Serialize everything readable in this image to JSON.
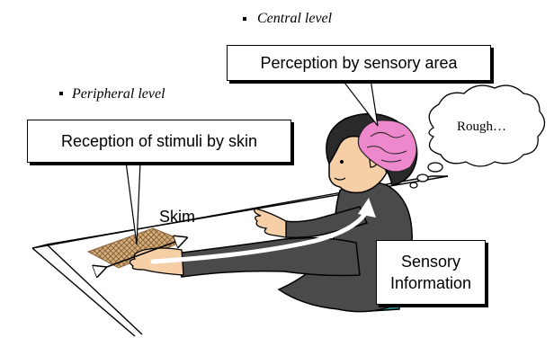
{
  "diagram": {
    "central_level_label": "Central level",
    "peripheral_level_label": "Peripheral level",
    "perception_box_text": "Perception by sensory area",
    "reception_box_text": "Reception of stimuli by skin",
    "thought_text": "Rough…",
    "skim_label": "Skim",
    "sensory_info_line1": "Sensory",
    "sensory_info_line2": "Information"
  },
  "colors": {
    "brain": "#ee88cc",
    "suit": "#4a4a4a",
    "chair": "#2e8a86",
    "skin": "#f6cfa6",
    "hair": "#2a2a2a",
    "texture": "#c9a070"
  }
}
